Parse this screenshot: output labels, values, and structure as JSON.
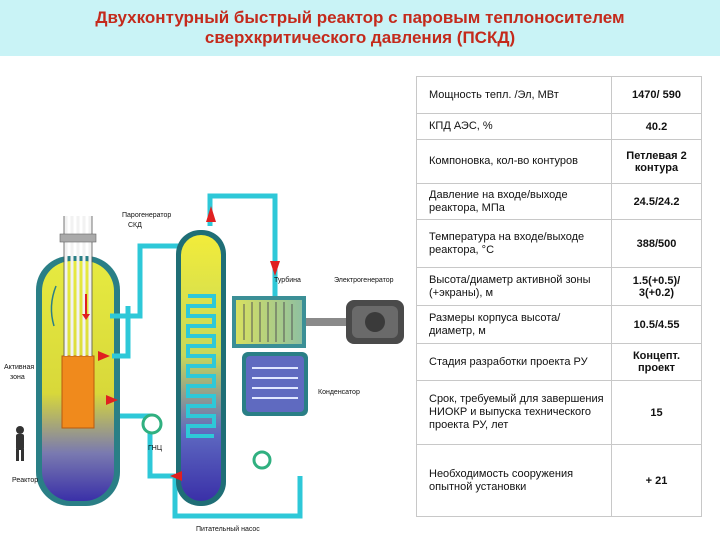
{
  "title": {
    "line1": "Двухконтурный быстрый реактор с паровым теплоносителем",
    "line2": "сверхкритического давления (ПСКД)"
  },
  "diagram_labels": {
    "steam_generator_1": "Парогенератор",
    "steam_generator_2": "СКД",
    "turbine": "Турбина",
    "electrogenerator": "Электрогенератор",
    "active_zone_1": "Активная",
    "active_zone_2": "зона",
    "condenser": "Конденсатор",
    "gnc": "ГНЦ",
    "reactor": "Реактор",
    "feed_pump": "Питательный насос"
  },
  "table": {
    "rows": [
      {
        "label": "Мощность тепл. /Эл, МВт",
        "value": "1470/ 590"
      },
      {
        "label": "КПД АЭС, %",
        "value": "40.2"
      },
      {
        "label": "Компоновка, кол-во контуров",
        "value": "Петлевая 2 контура"
      },
      {
        "label": "Давление на входе/выходе реактора, МПа",
        "value": "24.5/24.2"
      },
      {
        "label": "Температура на входе/выходе реактора, °С",
        "value": "388/500"
      },
      {
        "label": "Высота/диаметр активной зоны (+экраны), м",
        "value": "1.5(+0.5)/ 3(+0.2)"
      },
      {
        "label": "Размеры корпуса высота/диаметр, м",
        "value": "10.5/4.55"
      },
      {
        "label": "Стадия разработки проекта РУ",
        "value": "Концепт. проект"
      },
      {
        "label": "Срок, требуемый для завершения НИОКР и выпуска технического проекта РУ, лет",
        "value": "15"
      },
      {
        "label": "Необходимость сооружения опытной установки",
        "value": "+ 21"
      }
    ]
  },
  "colors": {
    "title_bg": "#c9f3f6",
    "title_text": "#c42a1c",
    "primary_loop": "#2ec8d8",
    "vessel_hot": "#f2ec3a",
    "vessel_cold": "#4a3fb8",
    "core": "#f08a1c",
    "generator_body": "#5a5a5a",
    "pump_ring": "#30b080",
    "arrow_red": "#e02020"
  }
}
